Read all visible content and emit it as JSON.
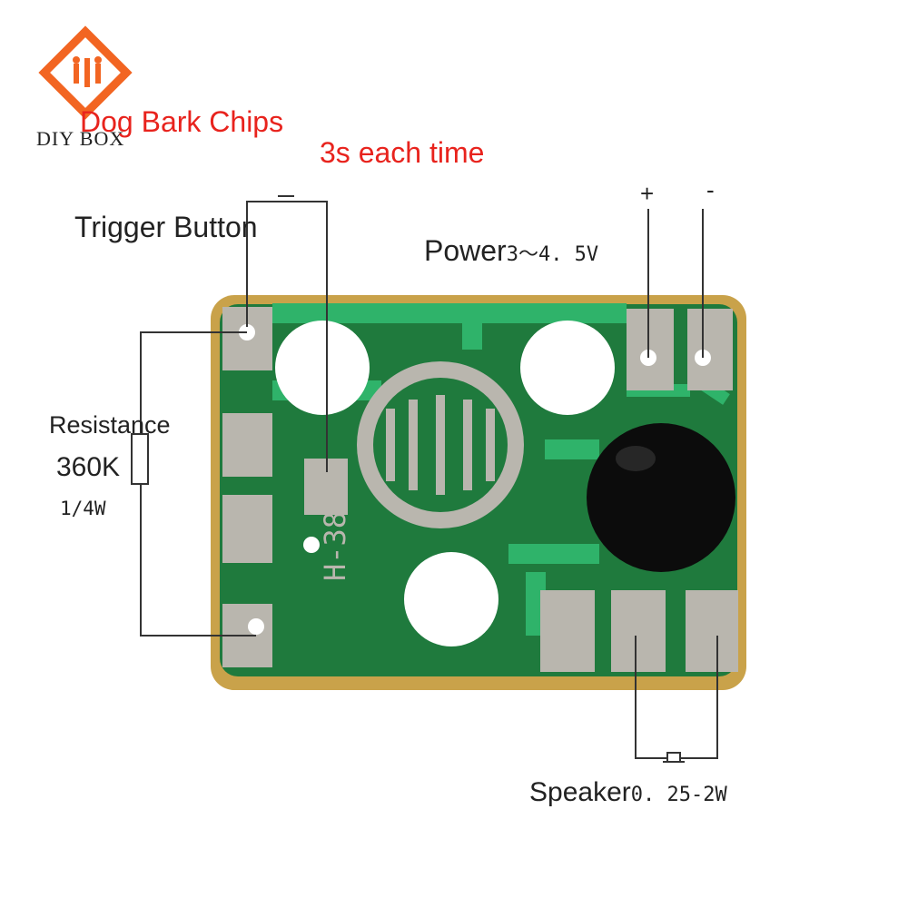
{
  "brand": {
    "logo_text": "DIY BOX",
    "accent": "#f26522"
  },
  "title": "Dog Bark Chips",
  "subtitle": "3s each time",
  "labels": {
    "trigger": "Trigger Button",
    "power_word": "Power",
    "power_range": "3～4. 5V",
    "plus": "+",
    "minus": "-",
    "resistance": "Resistance",
    "resistance_value": "360K",
    "resistance_power": "1/4W",
    "speaker_word": "Speaker",
    "speaker_range": "0. 25-2W",
    "board_marking": "H-38"
  },
  "colors": {
    "title_red": "#e8231d",
    "pcb_green": "#1f7a3d",
    "pcb_trace": "#2fb36a",
    "pad_silver": "#b9b6ae",
    "board_edge": "#c9a24a",
    "chip_black": "#0c0c0c"
  }
}
